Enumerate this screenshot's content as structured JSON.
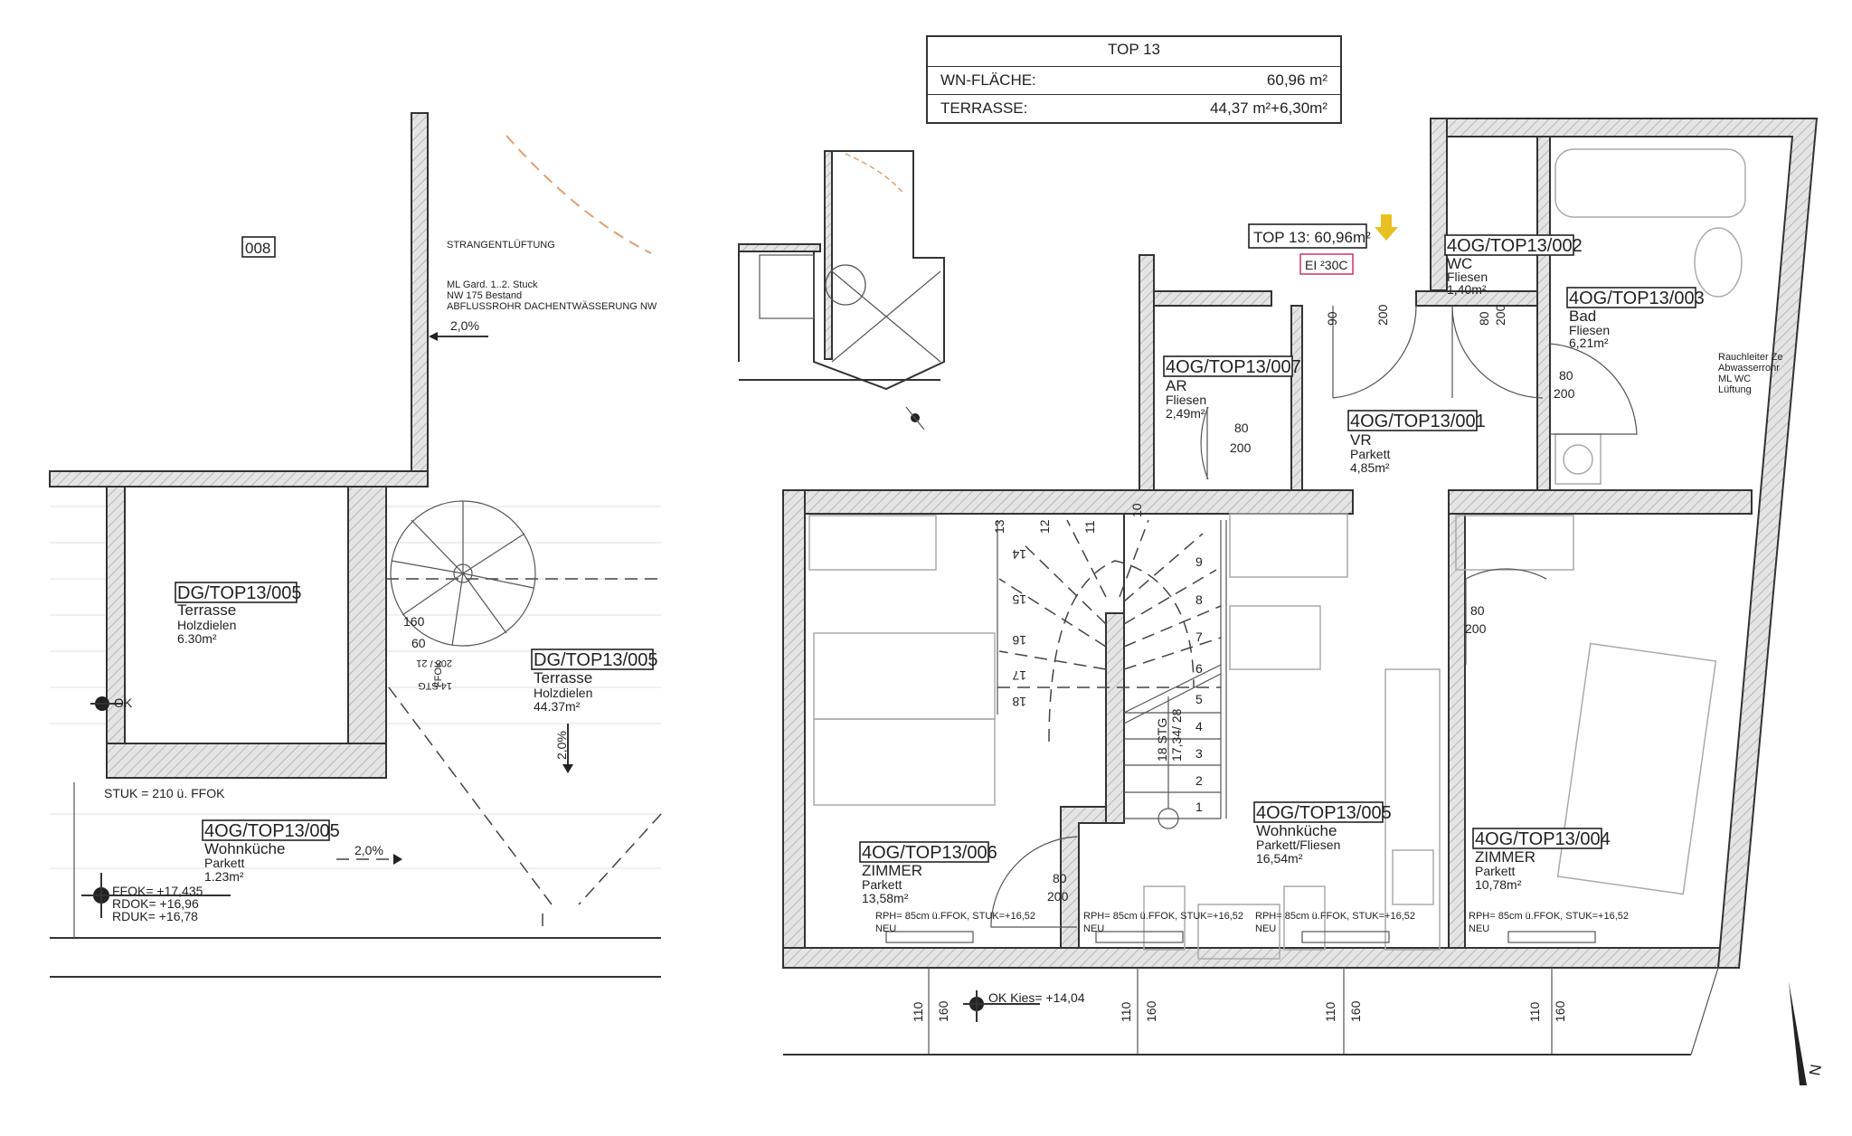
{
  "area_table": {
    "title": "TOP 13",
    "rows": [
      {
        "label": "WN-FLÄCHE:",
        "value": "60,96 m²"
      },
      {
        "label": "TERRASSE:",
        "value": "44,37 m²+6,30m²"
      }
    ]
  },
  "unit_tag": {
    "label": "TOP 13: 60,96m²",
    "fire_rating": "EI ²30C",
    "arrow_color": "#e8c020",
    "fire_rating_color": "#d0306a"
  },
  "rooms": {
    "r007": {
      "id": "4OG/TOP13/007",
      "name": "AR",
      "floor": "Fliesen",
      "area": "2,49m²"
    },
    "r001": {
      "id": "4OG/TOP13/001",
      "name": "VR",
      "floor": "Parkett",
      "area": "4,85m²"
    },
    "r002": {
      "id": "4OG/TOP13/002",
      "name": "WC",
      "floor": "Fliesen",
      "area": "1,40m²"
    },
    "r003": {
      "id": "4OG/TOP13/003",
      "name": "Bad",
      "floor": "Fliesen",
      "area": "6,21m²"
    },
    "r006": {
      "id": "4OG/TOP13/006",
      "name": "ZIMMER",
      "floor": "Parkett",
      "area": "13,58m²"
    },
    "r005": {
      "id": "4OG/TOP13/005",
      "name": "Wohnküche",
      "floor": "Parkett/Fliesen",
      "area": "16,54m²"
    },
    "r004": {
      "id": "4OG/TOP13/004",
      "name": "ZIMMER",
      "floor": "Parkett",
      "area": "10,78m²"
    }
  },
  "upper_plan": {
    "room_008": "008",
    "terrace_small": {
      "id": "DG/TOP13/005",
      "name": "Terrasse",
      "floor": "Holzdielen",
      "area": "6.30m²"
    },
    "terrace_large": {
      "id": "DG/TOP13/005",
      "name": "Terrasse",
      "floor": "Holzdielen",
      "area": "44.37m²"
    },
    "wohnkueche": {
      "id": "4OG/TOP13/005",
      "name": "Wohnküche",
      "floor": "Parkett",
      "area": "1.23m²"
    },
    "strang": "STRANGENTLÜFTUNG",
    "pipe_notes": [
      "ML Gard. 1..2. Stuck",
      "NW 175 Bestand",
      "ABFLUSSROHR DACHENTWÄSSERUNG NW"
    ],
    "slopes": [
      "2,0%",
      "2,0%",
      "2,0%"
    ],
    "stuk": "STUK = 210 ü. FFOK",
    "levels": [
      "FFOK= +17,435",
      "RDOK= +16,96",
      "RDUK= +16,78"
    ],
    "ok_marker": "OK",
    "spiral": {
      "d1": "160",
      "d2": "60",
      "steps": "14 STG",
      "rise": "205 / 21",
      "ffok": "FFOK"
    }
  },
  "doors": [
    {
      "w": "90",
      "h": "200"
    },
    {
      "w": "80",
      "h": "200"
    },
    {
      "w": "80",
      "h": "200"
    },
    {
      "w": "80",
      "h": "200"
    },
    {
      "w": "80",
      "h": "200"
    },
    {
      "w": "80",
      "h": "200"
    }
  ],
  "stair": {
    "steps": [
      "1",
      "2",
      "3",
      "4",
      "5",
      "6",
      "7",
      "8",
      "9",
      "10",
      "11",
      "12",
      "13",
      "14",
      "15",
      "16",
      "17",
      "18"
    ],
    "count": "18 STG",
    "rise": "17,34/ 28"
  },
  "shaft_note": [
    "Rauchleiter Ze",
    "Abwasserrohr",
    "ML WC",
    "Lüftung"
  ],
  "windows": [
    {
      "note": "RPH= 85cm ü.FFOK, STUK=+16,52",
      "new": "NEU",
      "parapet": "110",
      "height": "160"
    },
    {
      "note": "RPH= 85cm ü.FFOK, STUK=+16,52",
      "new": "NEU",
      "parapet": "110",
      "height": "160"
    },
    {
      "note": "RPH= 85cm ü.FFOK, STUK=+16,52",
      "new": "NEU",
      "parapet": "110",
      "height": "160"
    },
    {
      "note": "RPH= 85cm ü.FFOK, STUK=+16,52",
      "new": "NEU",
      "parapet": "110",
      "height": "160"
    }
  ],
  "ok_kies": "OK Kies= +14,04",
  "north": "N"
}
